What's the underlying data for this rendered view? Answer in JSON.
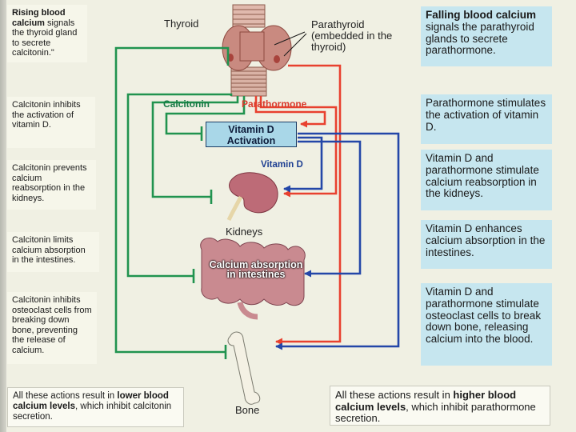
{
  "left_boxes": [
    {
      "runs": [
        {
          "t": "Rising blood calcium",
          "b": true
        },
        {
          "t": " signals the thyroid gland to secrete calcitonin.\"",
          "b": false
        }
      ]
    },
    {
      "runs": [
        {
          "t": "Calcitonin inhibits the activation of vitamin D.",
          "b": false
        }
      ]
    },
    {
      "runs": [
        {
          "t": "Calcitonin prevents calcium reabsorption in the kidneys.",
          "b": false
        }
      ]
    },
    {
      "runs": [
        {
          "t": "Calcitonin limits calcium absorption in the intestines.",
          "b": false
        }
      ]
    },
    {
      "runs": [
        {
          "t": "Calcitonin inhibits osteoclast cells from breaking down bone, preventing the release of calcium.",
          "b": false
        }
      ]
    }
  ],
  "right_boxes": [
    {
      "runs": [
        {
          "t": "Falling blood calcium",
          "b": true
        },
        {
          "t": " signals the parathyroid glands to secrete parathormone.",
          "b": false
        }
      ]
    },
    {
      "runs": [
        {
          "t": "Parathormone stimulates the activation of vitamin D.",
          "b": false
        }
      ]
    },
    {
      "runs": [
        {
          "t": "Vitamin D and parathormone stimulate calcium reabsorption in the kidneys.",
          "b": false
        }
      ]
    },
    {
      "runs": [
        {
          "t": "Vitamin D enhances calcium absorption in the intestines.",
          "b": false
        }
      ]
    },
    {
      "runs": [
        {
          "t": "Vitamin D and parathormone stimulate osteoclast cells to break down bone, releasing calcium into the blood.",
          "b": false
        }
      ]
    }
  ],
  "bottom_left": {
    "runs": [
      {
        "t": "All these actions result in ",
        "b": false
      },
      {
        "t": "lower blood calcium levels",
        "b": true
      },
      {
        "t": ", which inhibit calcitonin secretion.",
        "b": false
      }
    ]
  },
  "bottom_right": {
    "runs": [
      {
        "t": "All these actions result in ",
        "b": false
      },
      {
        "t": "higher blood calcium levels",
        "b": true
      },
      {
        "t": ", which inhibit parathormone secretion.",
        "b": false
      }
    ]
  },
  "labels": {
    "thyroid": "Thyroid",
    "parathyroid": "Parathyroid (embedded in the thyroid)",
    "calcitonin": "Calcitonin",
    "parathormone": "Parathormone",
    "vitamin_d_activation": "Vitamin D Activation",
    "vitamin_d": "Vitamin D",
    "kidneys": "Kidneys",
    "intestines": "Calcium absorption in intestines",
    "bone": "Bone"
  },
  "colors": {
    "calcitonin_path": "#21934f",
    "parathormone_path": "#e8412f",
    "vitamin_d_path": "#2447a8",
    "right_box_bg": "#c6e6ef",
    "vitamin_box_bg": "#a9d7e8"
  }
}
